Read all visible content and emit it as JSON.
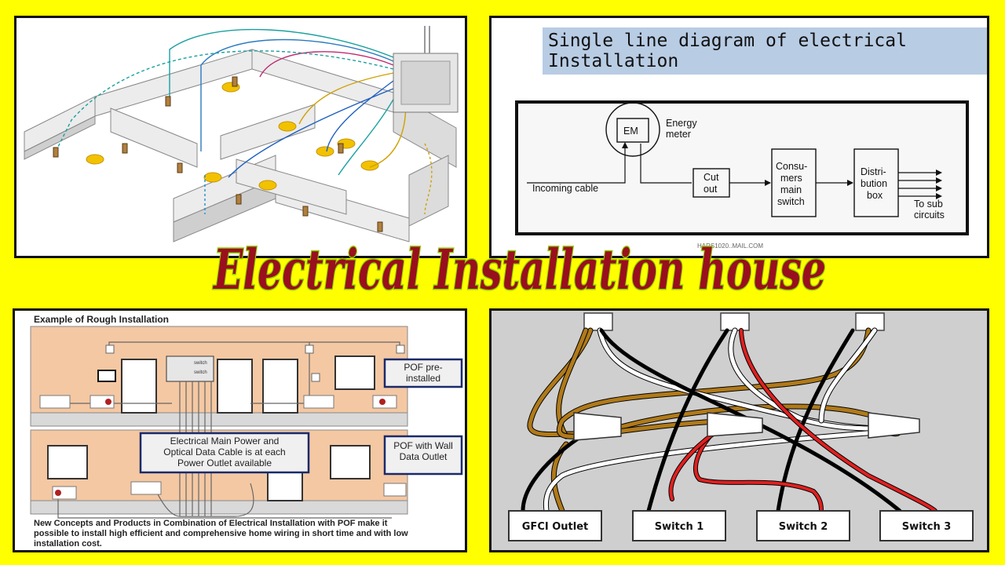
{
  "headline": {
    "text": "Electrical Installation house"
  },
  "single_line": {
    "title_line1": "Single line diagram of electrical",
    "title_line2": "Installation",
    "em": "EM",
    "energy_meter_1": "Energy",
    "energy_meter_2": "meter",
    "incoming": "Incoming cable",
    "cutout_1": "Cut",
    "cutout_2": "out",
    "cms_1": "Consu-",
    "cms_2": "mers",
    "cms_3": "main",
    "cms_4": "switch",
    "db_1": "Distri-",
    "db_2": "bution",
    "db_3": "box",
    "sub_1": "To sub",
    "sub_2": "circuits",
    "watermark": "HARS1020..MAIL.COM"
  },
  "rough": {
    "title": "Example of Rough Installation",
    "switch_1": "switch",
    "switch_2": "switch",
    "pof_pre_1": "POF pre-",
    "pof_pre_2": "installed",
    "main_power_1": "Electrical Main Power and",
    "main_power_2": "Optical Data Cable is at each",
    "main_power_3": "Power Outlet available",
    "pof_wall_1": "POF with Wall",
    "pof_wall_2": "Data Outlet",
    "desc_1": "New Concepts and Products in Combination of Electrical Installation with POF make it",
    "desc_2": "possible to install  high efficient and comprehensive home wiring in short time and with low",
    "desc_3": "installation cost."
  },
  "wiring": {
    "labels": [
      "GFCI Outlet",
      "Switch 1",
      "Switch 2",
      "Switch 3"
    ]
  },
  "colors": {
    "background": "#ffff00",
    "headline_fill": "#9a0f1e",
    "headline_stroke": "#8fd000",
    "title_band": "#b8cce4",
    "wire_brass": "#b07a1a",
    "wire_red": "#e02020"
  }
}
